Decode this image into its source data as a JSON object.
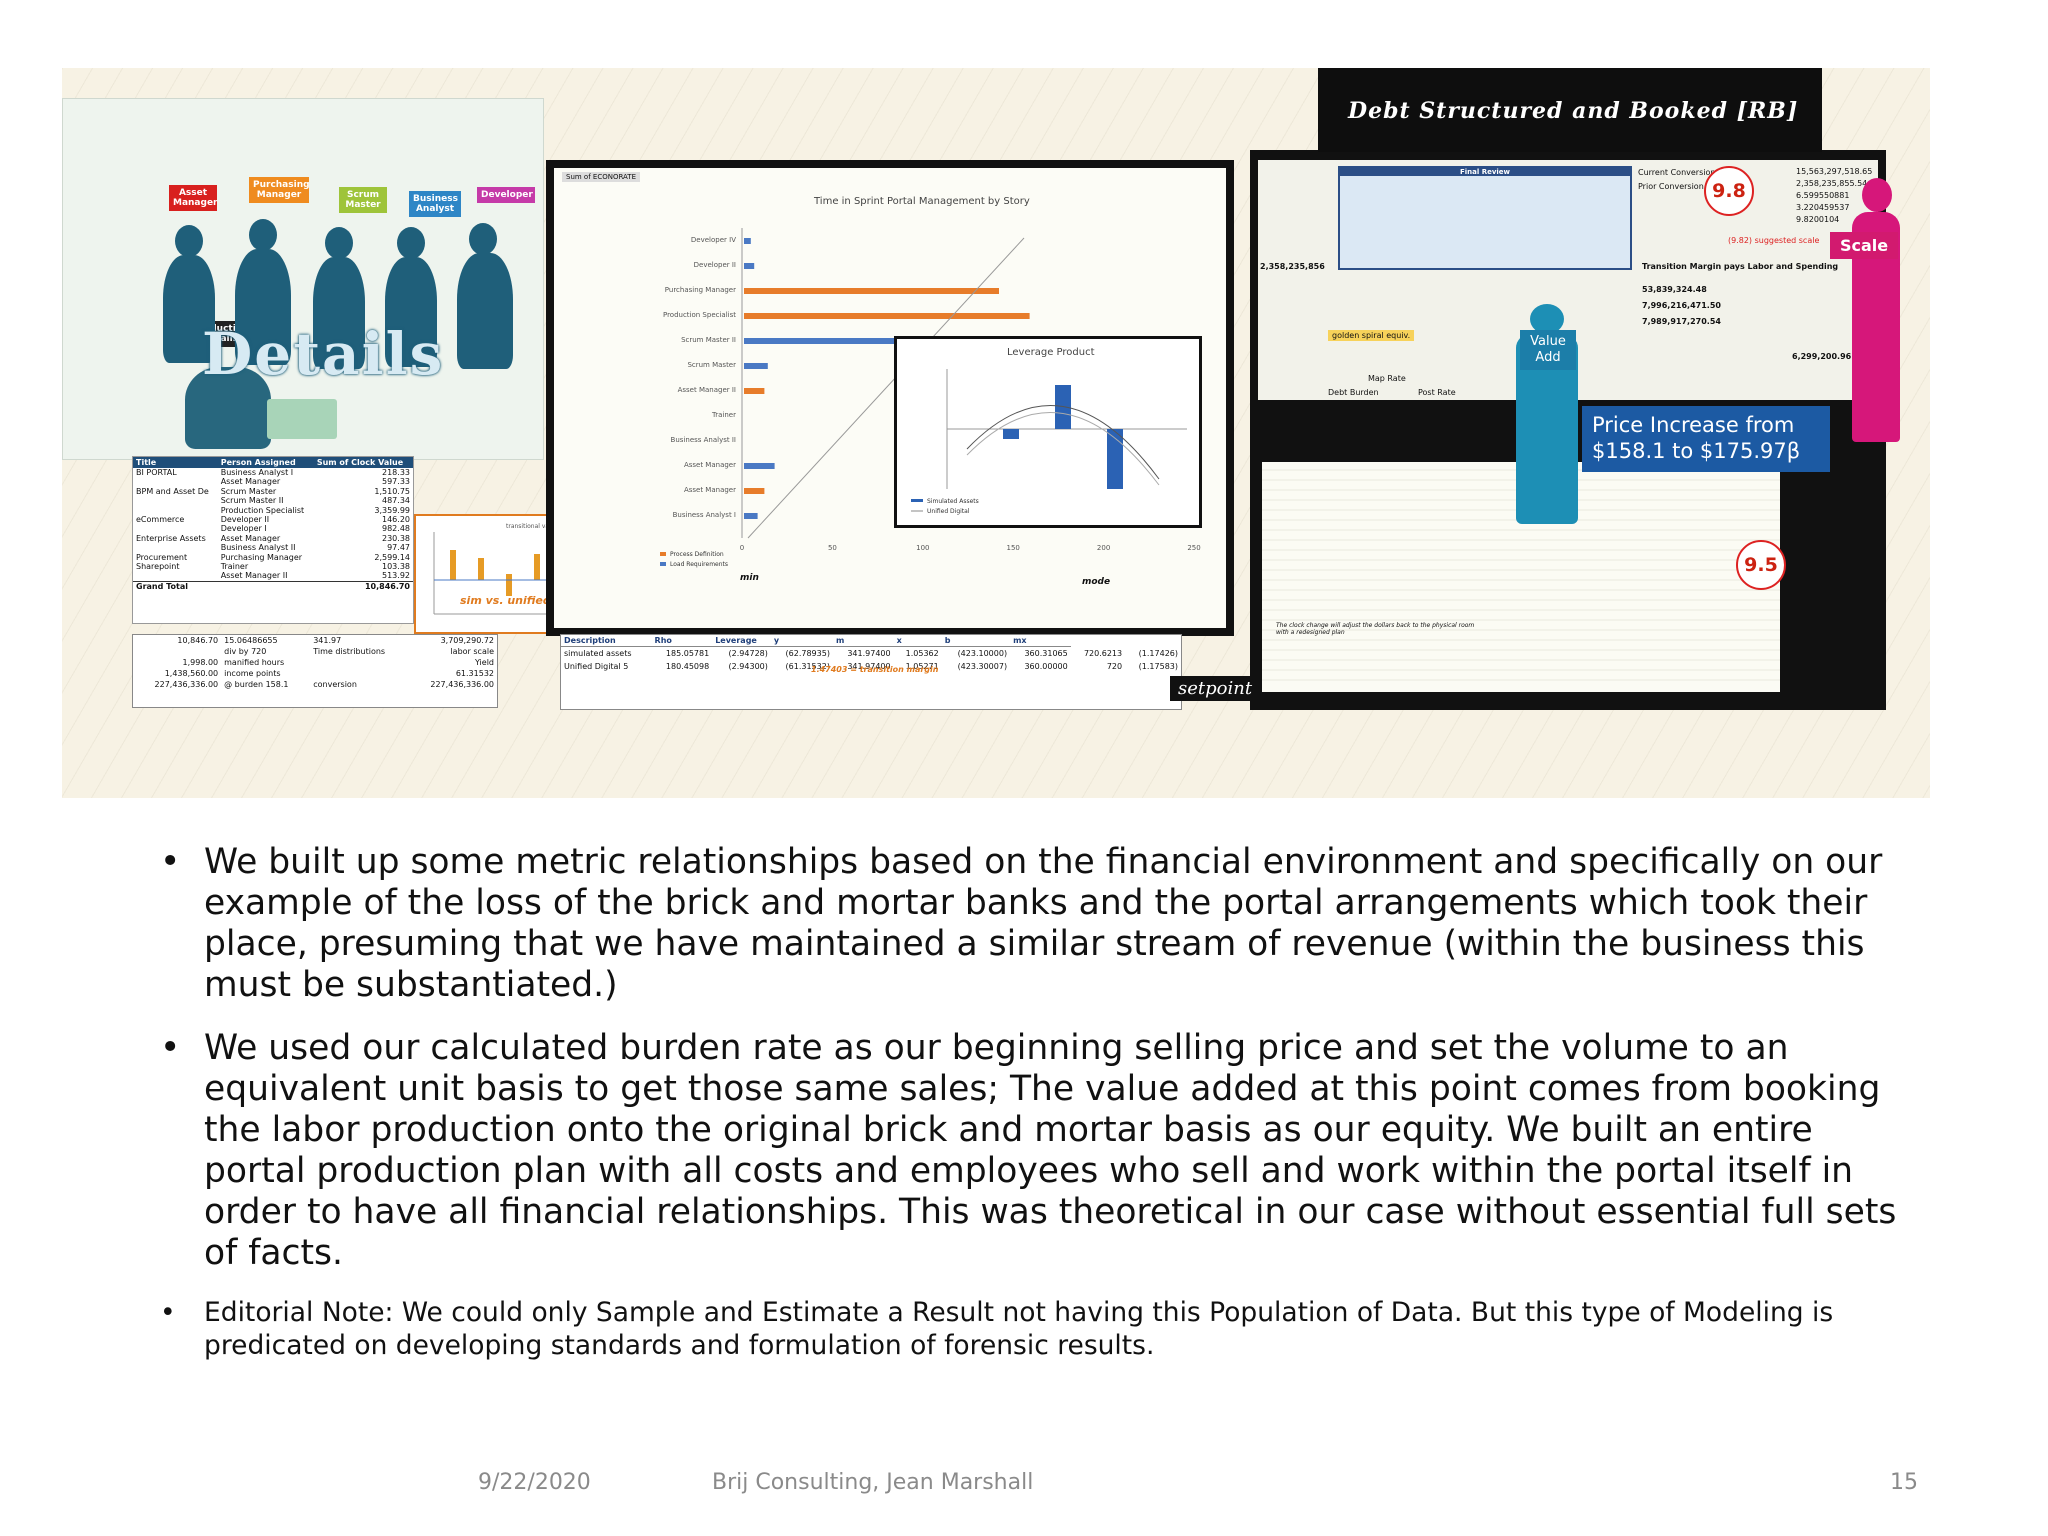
{
  "collage": {
    "banner_title": "Debt Structured and Booked  [RB]",
    "details_word": "Details",
    "role_tags": [
      "Asset Manager",
      "Purchasing Manager",
      "Scrum Master",
      "Business Analyst",
      "Developer"
    ],
    "production_tag": "Production Specialist",
    "pivot": {
      "headers": [
        "Title",
        "Person Assigned",
        "Sum of Clock Value"
      ],
      "rows": [
        [
          "BI PORTAL",
          "Business Analyst I",
          "218.33"
        ],
        [
          "",
          "Asset Manager",
          "597.33"
        ],
        [
          "BPM and Asset De",
          "Scrum Master",
          "1,510.75"
        ],
        [
          "",
          "Scrum Master II",
          "487.34"
        ],
        [
          "",
          "Production Specialist",
          "3,359.99"
        ],
        [
          "eCommerce",
          "Developer II",
          "146.20"
        ],
        [
          "",
          "Developer I",
          "982.48"
        ],
        [
          "Enterprise Assets",
          "Asset Manager",
          "230.38"
        ],
        [
          "",
          "Business Analyst II",
          "97.47"
        ],
        [
          "Procurement",
          "Purchasing Manager",
          "2,599.14"
        ],
        [
          "Sharepoint",
          "Trainer",
          "103.38"
        ],
        [
          "",
          "Asset Manager II",
          "513.92"
        ]
      ],
      "total_label": "Grand Total",
      "total_value": "10,846.70"
    },
    "bottom_left_rows": [
      [
        "10,846.70",
        "15.06486655",
        "341.97",
        "3,709,290.72"
      ],
      [
        "",
        "div by 720",
        "Time distributions",
        "labor scale"
      ],
      [
        "1,998.00",
        "manified hours",
        "",
        "Yield"
      ],
      [
        "1,438,560.00",
        "income points",
        "",
        "61.31532"
      ],
      [
        "227,436,336.00",
        "@ burden 158.1",
        "conversion",
        "227,436,336.00"
      ]
    ],
    "central_chart_title": "Time in Sprint Portal Management by Story",
    "central_sum_label": "Sum of ECONORATE",
    "central_y_labels": [
      "Developer IV",
      "Developer II",
      "Purchasing Manager",
      "Production Specialist",
      "Scrum Master II",
      "Scrum Master",
      "Asset Manager II",
      "Trainer",
      "Business Analyst II",
      "Asset Manager",
      "Asset Manager",
      "Business Analyst I"
    ],
    "central_x_ticks": [
      "0",
      "50",
      "100",
      "150",
      "200",
      "250"
    ],
    "central_legend": [
      "Process Definition",
      "Load Requirements"
    ],
    "mode_label": "mode",
    "min_label": "min",
    "sim_label": "sim vs. unified",
    "transition_title": "transitional value",
    "leverage_title": "Leverage Product",
    "leverage_legend": [
      "Simulated Assets",
      "Unified Digital"
    ],
    "bottom_center": {
      "headers": [
        "Description",
        "Rho",
        "Leverage",
        "y",
        "m",
        "x",
        "b",
        "mx"
      ],
      "rows": [
        [
          "simulated assets",
          "185.05781",
          "(2.94728)",
          "(62.78935)",
          "341.97400",
          "1.05362",
          "(423.10000)",
          "360.31065",
          "720.6213",
          "(1.17426)"
        ],
        [
          "Unified Digital 5",
          "180.45098",
          "(2.94300)",
          "(61.31532)",
          "341.97400",
          "1.05271",
          "(423.30007)",
          "360.00000",
          "720",
          "(1.17583)"
        ]
      ],
      "transition_margin": "1.47403 = transition margin"
    },
    "setpoint": "setpoint",
    "right": {
      "final_review": "Final Review",
      "circle_a": "9.8",
      "circle_b": "9.5",
      "scale_badge": "Scale",
      "value_add": "Value Add",
      "price_increase": "Price Increase from $158.1 to $175.97β",
      "current_conversion": "Current Conversion",
      "prior_conversion": "Prior Conversion",
      "suggested_scale": "(9.82)  suggested scale",
      "transition_line": "Transition Margin pays Labor and Spending",
      "golden": "golden spiral equiv.",
      "map_rate": "Map Rate",
      "debt_burden": "Debt Burden",
      "post_rate": "Post Rate",
      "big_numbers": [
        "15,563,297,518.65",
        "2,358,235,855.54",
        "6.599550881",
        "3.220459537",
        "9.8200104",
        "53,839,324.48",
        "7,996,216,471.50",
        "7,989,917,270.54",
        "6,299,200.96"
      ],
      "remainder": "2,358,235,856",
      "scale_note": "The clock change will adjust the dollars back to the physical room with a redesigned plan"
    }
  },
  "bullets": [
    "We built up some metric relationships based on the financial environment and specifically on our example of the loss of the brick and mortar banks and the portal arrangements which took their place, presuming that we have maintained a similar stream of revenue (within the business this must be substantiated.)",
    "We used our calculated burden rate as our beginning selling price and set the volume to an equivalent unit basis to get those same sales;  The value added at this point comes from booking the labor production onto the original brick and mortar basis as our equity.  We built an entire portal production plan with all costs and employees who sell and work within the portal itself in order to have all financial relationships.  This was theoretical in our case without essential full sets of facts.",
    "Editorial Note: We could only Sample and Estimate a Result not having this Population of Data. But this type of Modeling is predicated on developing standards and formulation of forensic results."
  ],
  "footer": {
    "date": "9/22/2020",
    "author": "Brij Consulting, Jean Marshall",
    "page": "15"
  }
}
